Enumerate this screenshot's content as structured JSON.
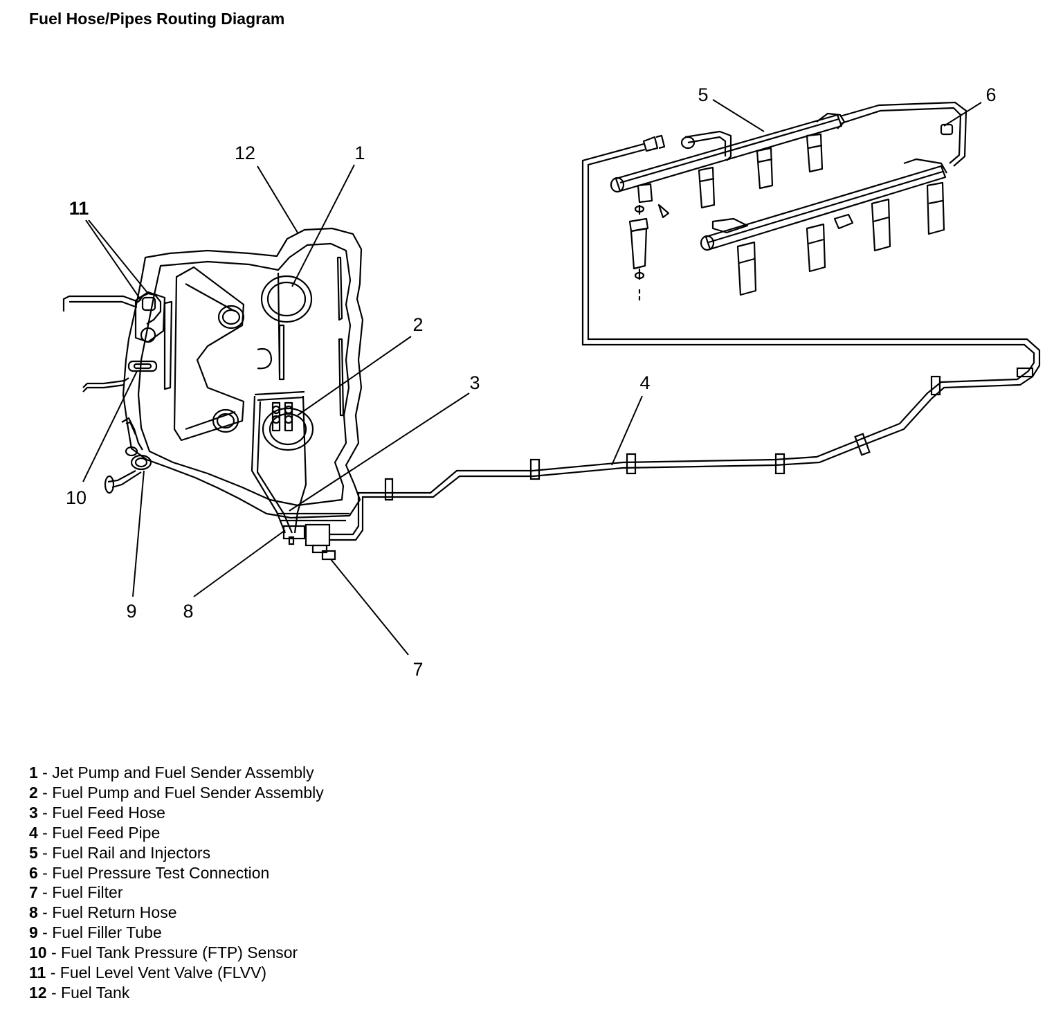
{
  "title": "Fuel Hose/Pipes Routing Diagram",
  "callouts": [
    "1",
    "2",
    "3",
    "4",
    "5",
    "6",
    "7",
    "8",
    "9",
    "10",
    "11",
    "12"
  ],
  "legend": [
    {
      "num": "1",
      "sep": " - ",
      "label": "Jet Pump and Fuel Sender Assembly"
    },
    {
      "num": "2",
      "sep": " - ",
      "label": "Fuel Pump and Fuel Sender Assembly"
    },
    {
      "num": "3",
      "sep": " - ",
      "label": "Fuel Feed Hose"
    },
    {
      "num": "4",
      "sep": " - ",
      "label": "Fuel Feed Pipe"
    },
    {
      "num": "5",
      "sep": " - ",
      "label": "Fuel Rail and Injectors"
    },
    {
      "num": "6",
      "sep": " - ",
      "label": "Fuel Pressure Test Connection"
    },
    {
      "num": "7",
      "sep": " - ",
      "label": "Fuel Filter"
    },
    {
      "num": "8",
      "sep": " - ",
      "label": "Fuel Return Hose"
    },
    {
      "num": "9",
      "sep": " - ",
      "label": "Fuel Filler Tube"
    },
    {
      "num": "10",
      "sep": " - ",
      "label": "Fuel Tank Pressure (FTP) Sensor"
    },
    {
      "num": "11",
      "sep": " - ",
      "label": "Fuel Level Vent Valve (FLVV)"
    },
    {
      "num": "12",
      "sep": " - ",
      "label": "Fuel Tank"
    }
  ]
}
